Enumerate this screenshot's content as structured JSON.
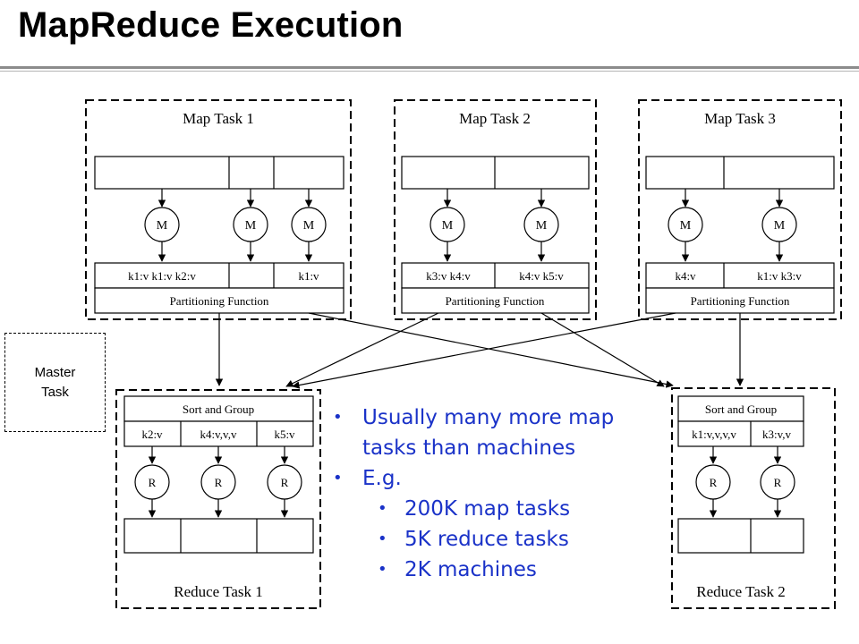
{
  "slide": {
    "title": "MapReduce Execution"
  },
  "master": {
    "label": "Master Task"
  },
  "map_tasks": [
    {
      "title": "Map Task 1",
      "mappers": [
        "M",
        "M",
        "M"
      ],
      "partitions": [
        "k1:v k1:v k2:v",
        "",
        "k1:v"
      ],
      "function": "Partitioning Function"
    },
    {
      "title": "Map Task 2",
      "mappers": [
        "M",
        "M"
      ],
      "partitions": [
        "k3:v k4:v",
        "k4:v k5:v"
      ],
      "function": "Partitioning Function"
    },
    {
      "title": "Map Task 3",
      "mappers": [
        "M",
        "M"
      ],
      "partitions": [
        "k4:v",
        "k1:v k3:v"
      ],
      "function": "Partitioning Function"
    }
  ],
  "reduce_tasks": [
    {
      "title": "Reduce Task 1",
      "sort": "Sort and Group",
      "groups": [
        "k2:v",
        "k4:v,v,v",
        "k5:v"
      ],
      "reducers": [
        "R",
        "R",
        "R"
      ]
    },
    {
      "title": "Reduce Task 2",
      "sort": "Sort and Group",
      "groups": [
        "k1:v,v,v,v",
        "k3:v,v"
      ],
      "reducers": [
        "R",
        "R"
      ]
    }
  ],
  "notes": [
    {
      "level": 1,
      "text": "Usually many more map tasks than machines"
    },
    {
      "level": 1,
      "text": "E.g."
    },
    {
      "level": 2,
      "text": "200K map tasks"
    },
    {
      "level": 2,
      "text": "5K reduce tasks"
    },
    {
      "level": 2,
      "text": "2K machines"
    }
  ],
  "colors": {
    "note_text": "#1a32c8",
    "rule": "#8c8c8c"
  }
}
